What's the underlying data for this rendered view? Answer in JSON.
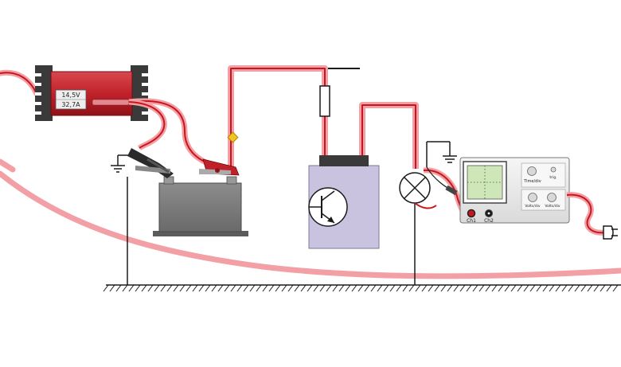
{
  "charger": {
    "voltage": "14,5V",
    "current": "32,7A"
  },
  "oscilloscope": {
    "time_label": "Time/div",
    "trig_label": "trig.",
    "volt1_label": "Volts/div",
    "volt2_label": "Volts/div",
    "ch1_label": "Ch1",
    "ch2_label": "Ch2"
  },
  "colors": {
    "wire_red": "#c8161d",
    "wire_glow": "#f2a0a6",
    "charger_body": "#c8282f",
    "battery_body": "#7d7d7d",
    "transistor_box": "#c9c3e0",
    "scope_screen": "#cfe7b8",
    "scope_body": "#ececec"
  }
}
